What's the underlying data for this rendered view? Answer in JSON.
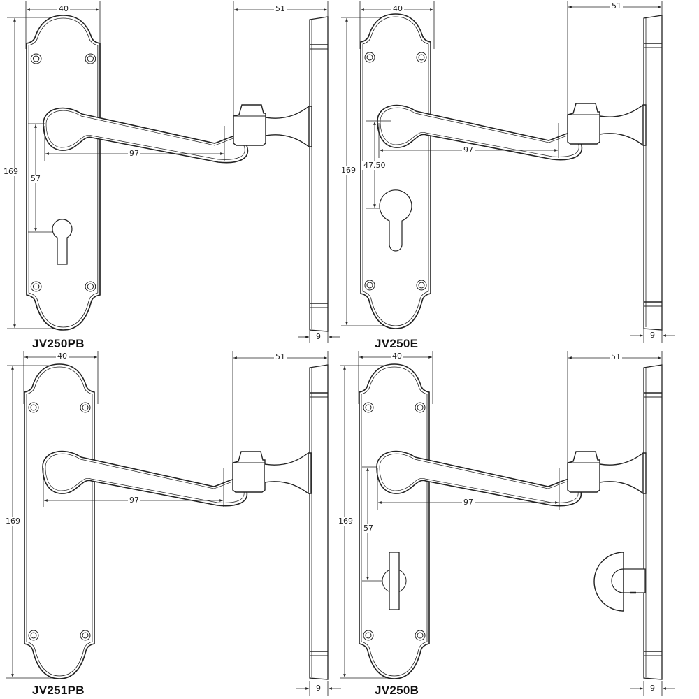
{
  "drawing": {
    "line_color": "#222222",
    "background": "#ffffff",
    "panels": [
      {
        "model": "JV250PB",
        "lock_type": "lever-lock-keyhole",
        "dims": {
          "width": "40",
          "height": "169",
          "lever_projection": "97",
          "backset_to_lock": "57",
          "side_depth": "51",
          "plate_thickness": "9"
        }
      },
      {
        "model": "JV250E",
        "lock_type": "euro-profile-cylinder",
        "dims": {
          "width": "40",
          "height": "169",
          "lever_projection": "97",
          "backset_to_lock": "47.50",
          "side_depth": "51",
          "plate_thickness": "9"
        }
      },
      {
        "model": "JV251PB",
        "lock_type": "latch-no-lock",
        "dims": {
          "width": "40",
          "height": "169",
          "lever_projection": "97",
          "side_depth": "51",
          "plate_thickness": "9"
        }
      },
      {
        "model": "JV250B",
        "lock_type": "bathroom-turn-release",
        "dims": {
          "width": "40",
          "height": "169",
          "lever_projection": "97",
          "backset_to_lock": "57",
          "side_depth": "51",
          "plate_thickness": "9"
        }
      }
    ]
  }
}
